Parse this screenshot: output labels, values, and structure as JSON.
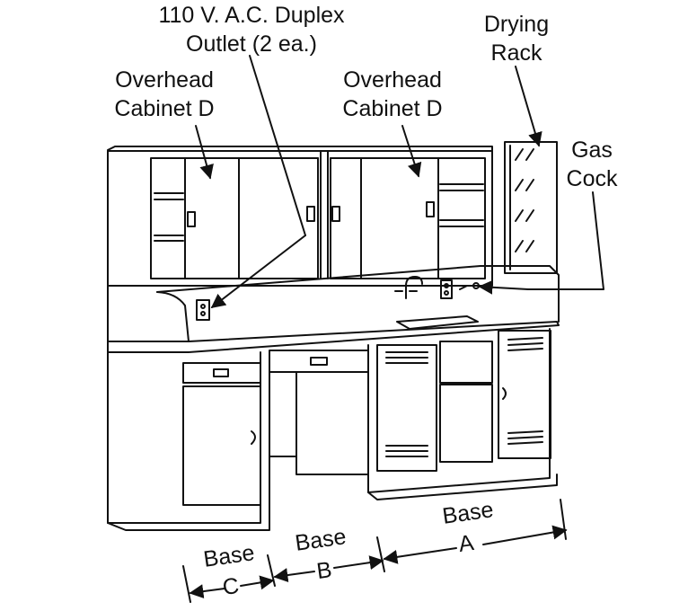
{
  "labels": {
    "outlet_line1": "110 V. A.C. Duplex",
    "outlet_line2": "Outlet (2 ea.)",
    "overhead_left_line1": "Overhead",
    "overhead_left_line2": "Cabinet D",
    "overhead_right_line1": "Overhead",
    "overhead_right_line2": "Cabinet D",
    "drying_line1": "Drying",
    "drying_line2": "Rack",
    "gas_line1": "Gas",
    "gas_line2": "Cock",
    "base_a_line1": "Base",
    "base_a_line2": "A",
    "base_b_line1": "Base",
    "base_b_line2": "B",
    "base_c_line1": "Base",
    "base_c_line2": "C"
  },
  "colors": {
    "stroke": "#111111",
    "background": "#ffffff"
  }
}
